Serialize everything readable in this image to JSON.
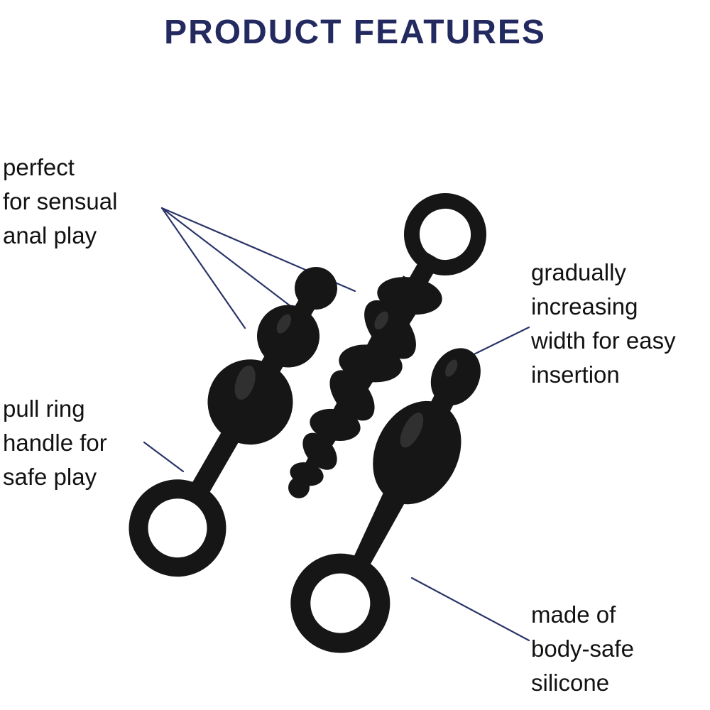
{
  "page": {
    "title": "PRODUCT FEATURES"
  },
  "colors": {
    "background": "#ffffff",
    "title_navy": "#232a60",
    "line_navy": "#2b3568",
    "text_black": "#121212",
    "product_black": "#161616"
  },
  "annotations": [
    {
      "id": "sensual-play",
      "text": "perfect\nfor sensual\nanal play"
    },
    {
      "id": "pull-ring",
      "text": "pull ring\nhandle for\nsafe play"
    },
    {
      "id": "gradual-width",
      "text": "gradually\nincreasing\nwidth for easy\ninsertion"
    },
    {
      "id": "body-safe",
      "text": "made of\nbody-safe\nsilicone"
    }
  ],
  "products": [
    {
      "icon": "beaded-plug-illustration",
      "name": "beaded anal plug with pull ring"
    },
    {
      "icon": "twisted-plug-illustration",
      "name": "twisted spiral anal plug with pull ring"
    },
    {
      "icon": "bulb-plug-illustration",
      "name": "bulb anal plug with pull ring"
    }
  ]
}
